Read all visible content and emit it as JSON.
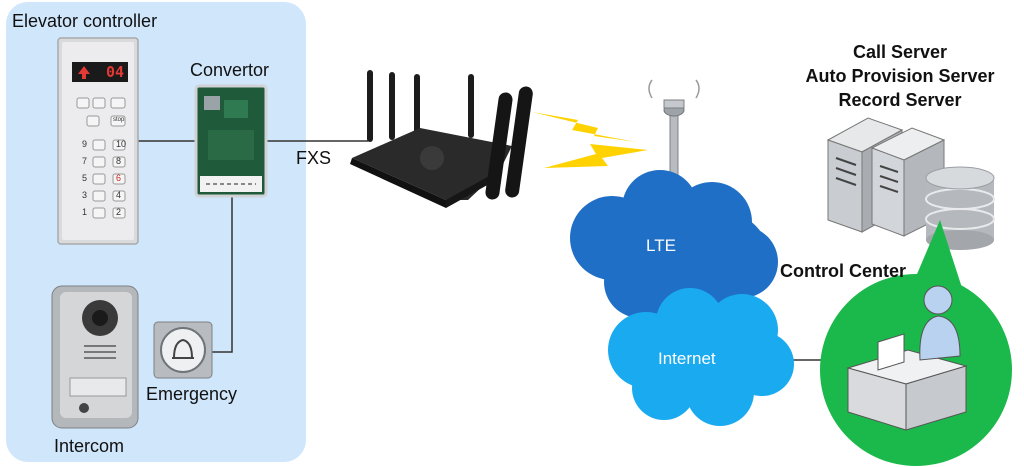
{
  "elevator_panel": {
    "title": "Elevator controller",
    "floor_display": "04",
    "keypad_rows": [
      [
        "9",
        "10"
      ],
      [
        "7",
        "8"
      ],
      [
        "5",
        "6"
      ],
      [
        "3",
        "4"
      ],
      [
        "1",
        "2"
      ]
    ],
    "stop_label": "stop"
  },
  "convertor": {
    "label": "Convertor"
  },
  "connection": {
    "label": "FXS"
  },
  "emergency": {
    "label": "Emergency"
  },
  "intercom": {
    "label": "Intercom"
  },
  "servers": {
    "lines": [
      "Call Server",
      "Auto Provision Server",
      "Record Server"
    ]
  },
  "control_center": {
    "label": "Control Center"
  },
  "clouds": {
    "lte": "LTE",
    "internet": "Internet"
  },
  "colors": {
    "panel_bg": "#cfe6fb",
    "lte_cloud": "#1f6fc6",
    "internet_cloud": "#1aaaf0",
    "control_circle": "#1bb94b",
    "lightning": "#ffd200"
  }
}
